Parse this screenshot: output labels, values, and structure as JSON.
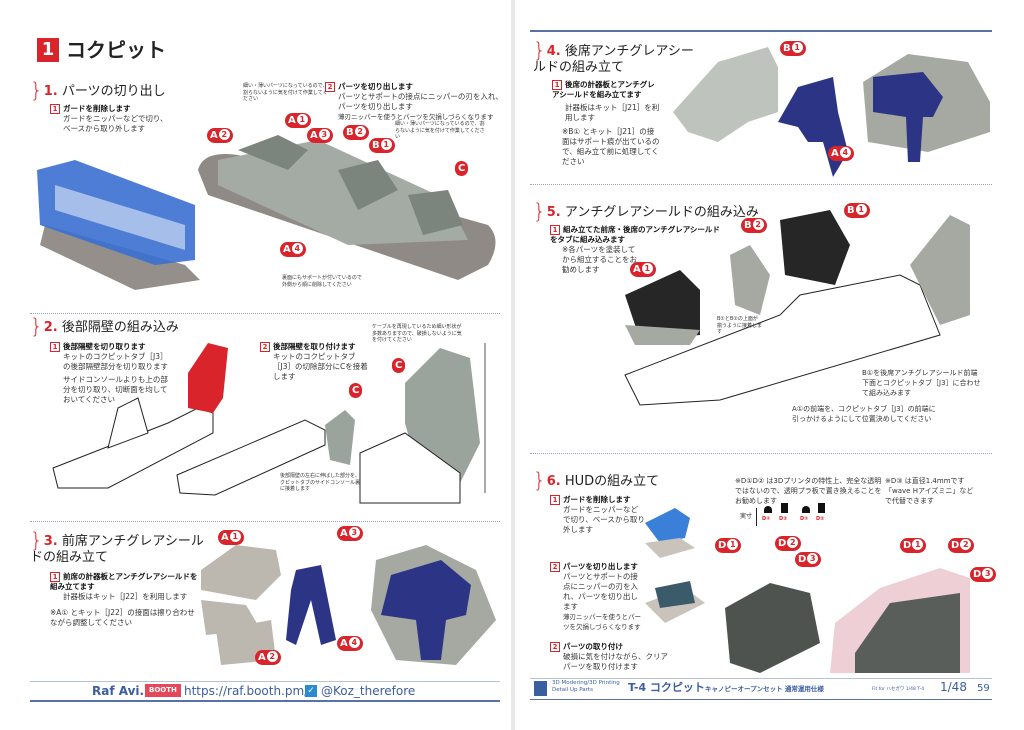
{
  "left_page": {
    "chapter": {
      "number": "1",
      "title": "コクピット"
    },
    "sections": [
      {
        "num": "1.",
        "title": "パーツの切り出し",
        "steps": [
          {
            "num": "1",
            "title": "ガードを削除します",
            "text": "ガードをニッパーなどで切り、ベースから取り外します"
          },
          {
            "num": "2",
            "title": "パーツを切り出します",
            "text": "パーツとサポートの接点にニッパーの刃を入れ、パーツを切り出します",
            "sub": "薄刃ニッパーを使うとパーツを欠損しづらくなります"
          }
        ],
        "notes": [
          "細い・薄いパーツになっているので、割らないように気を付けて作業してください",
          "細い・薄いパーツになっているので、割らないように気を付けて作業してください",
          "裏面にもサポートが付いているので外側から順に削除してください"
        ],
        "labels": [
          "A①",
          "A②",
          "A③",
          "A④",
          "B①",
          "B②",
          "C"
        ]
      },
      {
        "num": "2.",
        "title": "後部隔壁の組み込み",
        "steps": [
          {
            "num": "1",
            "title": "後部隔壁を切り取ります",
            "text": "キットのコクピットタブ［J3］の後部隔壁部分を切り取ります",
            "sub": "サイドコンソールよりも上の部分を切り取り、切断面を均しておいてください"
          },
          {
            "num": "2",
            "title": "後部隔壁を取り付けます",
            "text": "キットのコクピットタブ［J3］の切除部分にCを接着します"
          }
        ],
        "notes": [
          "ケーブルを再現しているため細い形状が多数ありますので、破損しないように気を付けてください",
          "後部隔壁の左右に伸ばした部分を、コクピットタブのサイドコンソール裏面に接着します"
        ],
        "labels": [
          "C",
          "C"
        ]
      },
      {
        "num": "3.",
        "title": "前席アンチグレアシールドの組み立て",
        "steps": [
          {
            "num": "1",
            "title": "前席の計器板とアンチグレアシールドを組み立てます",
            "text": "計器板はキット［J22］を利用します",
            "sub": "※A① とキット［J22］の接面は擦り合わせながら調整してください"
          }
        ],
        "labels": [
          "A①",
          "A②",
          "A③",
          "A④"
        ]
      }
    ],
    "footer": {
      "brand": "Raf Avi.",
      "booth": "BOOTH",
      "url": "https://raf.booth.pm/",
      "twitter": "@Koz_therefore"
    }
  },
  "right_page": {
    "sections": [
      {
        "num": "4.",
        "title": "後席アンチグレアシールドの組み立て",
        "steps": [
          {
            "num": "1",
            "title": "後席の計器板とアンチグレアシールドを組み立てます",
            "text": "計器板はキット［J21］を利用します",
            "sub": "※B① とキット［J21］の接面はサポート痕が出ているので、組み立て前に処理してください"
          }
        ],
        "labels": [
          "B①",
          "A④"
        ]
      },
      {
        "num": "5.",
        "title": "アンチグレアシールドの組み込み",
        "steps": [
          {
            "num": "1",
            "title": "組み立てた前席・後席のアンチグレアシールドをタブに組み込みます",
            "text": "※各パーツを塗装してから組立することをお勧めします"
          }
        ],
        "notes": [
          "B①とB②の上面が揃うように接着します",
          "B①を後席アンチグレアシールド前端下面とコクピットタブ［J3］に合わせて組み込みます",
          "A①の前端を、コクピットタブ［J3］の前端に引っかけるようにして位置決めしてください"
        ],
        "labels": [
          "A①",
          "B①",
          "B②"
        ]
      },
      {
        "num": "6.",
        "title": "HUDの組み立て",
        "steps": [
          {
            "num": "1",
            "title": "ガードを削除します",
            "text": "ガードをニッパーなどで切り、ベースから取り外します"
          },
          {
            "num": "2",
            "title": "パーツを切り出します",
            "text": "パーツとサポートの接点にニッパーの刃を入れ、パーツを切り出します",
            "sub": "薄刃ニッパーを使うとパーツを欠損しづらくなります"
          },
          {
            "num": "2",
            "title": "パーツの取り付け",
            "text": "破損に気を付けながら、クリアパーツを取り付けます"
          }
        ],
        "notes": [
          "※D①D② は3Dプリンタの特性上、完全な透明ではないので、透明プラ板で置き換えることをお勧めします",
          "※D③ は直径1.4mmです「wave Hアイズミニ」などで代替できます"
        ],
        "actual_size_label": "実寸",
        "size_labels": [
          "D①",
          "D②",
          "D①",
          "D②"
        ],
        "labels": [
          "D①",
          "D②",
          "D③",
          "D①",
          "D②",
          "D③"
        ]
      }
    ],
    "footer": {
      "tagline1": "3D Modering/3D Printing",
      "tagline2": "Detail Up Parts",
      "product": "T-4 コクピット",
      "subtitle": "キャノピーオープンセット 通常運用仕様",
      "fit": "Fit for ハセガワ 1/48 T-4",
      "scale": "1/48",
      "page": "59"
    }
  },
  "colors": {
    "accent": "#d8242a",
    "blue_part": "#3a6fd0",
    "navy_part": "#2c3585",
    "grey_part": "#a9afa9",
    "footer": "#5872a8"
  }
}
